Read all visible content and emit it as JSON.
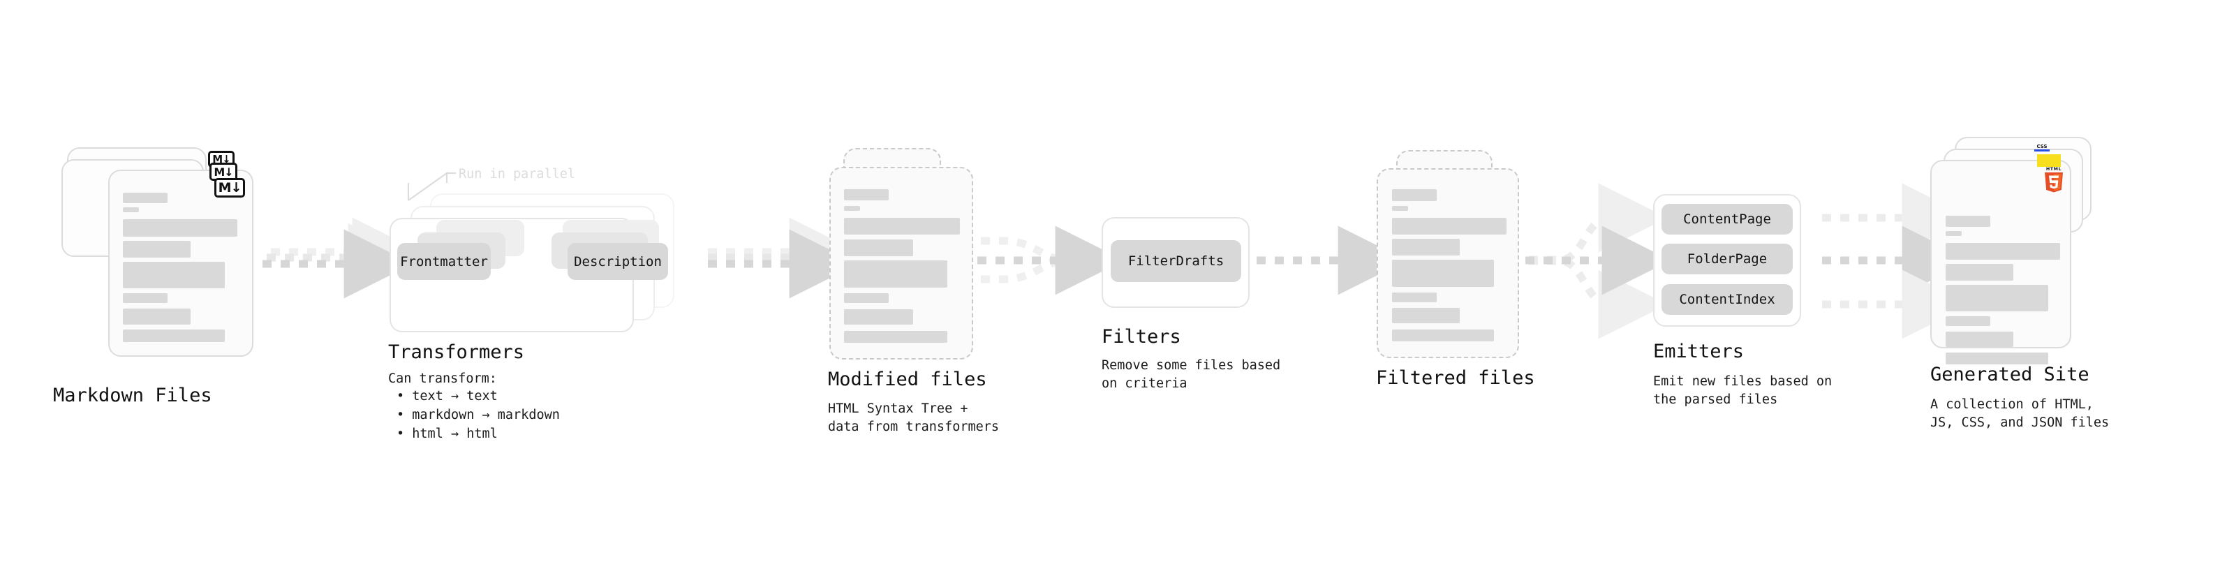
{
  "diagram": {
    "title_hidden": "",
    "background": "#ffffff",
    "accent_grey": "#d9d9d9",
    "text_color": "#111111"
  },
  "stages": [
    {
      "id": "markdown-files",
      "title": "Markdown Files",
      "subtitle": "",
      "badge": "M↓",
      "badge_name": "markdown-badge"
    },
    {
      "id": "transformers",
      "title": "Transformers",
      "subtitle": "Can transform:",
      "note": "Run in parallel",
      "chips": [
        "Frontmatter",
        "Description"
      ],
      "bullets": [
        "text → text",
        "markdown → markdown",
        "html → html"
      ]
    },
    {
      "id": "modified-files",
      "title": "Modified files",
      "subtitle_line1": "HTML Syntax Tree +",
      "subtitle_line2": "data from transformers"
    },
    {
      "id": "filters",
      "title": "Filters",
      "subtitle_line1": "Remove some files based",
      "subtitle_line2": "on criteria",
      "chips": [
        "FilterDrafts"
      ]
    },
    {
      "id": "filtered-files",
      "title": "Filtered files",
      "subtitle": ""
    },
    {
      "id": "emitters",
      "title": "Emitters",
      "subtitle_line1": "Emit new files based on",
      "subtitle_line2": "the parsed files",
      "chips": [
        "ContentPage",
        "FolderPage",
        "ContentIndex"
      ]
    },
    {
      "id": "generated-site",
      "title": "Generated Site",
      "subtitle_line1": "A collection of HTML,",
      "subtitle_line2": "JS, CSS, and JSON files",
      "badges": [
        "html5-badge",
        "js-badge",
        "css3-badge"
      ],
      "badge_colors": {
        "html5": "#e44d26",
        "js": "#f7df1e",
        "css3": "#264de4"
      }
    }
  ],
  "bullets_markers": [
    "•",
    "•",
    "•"
  ],
  "icons": {
    "arrow": "arrow-right-icon",
    "markdown": "markdown-icon",
    "html5": "html5-icon",
    "css3": "css3-icon",
    "js": "js-icon"
  }
}
